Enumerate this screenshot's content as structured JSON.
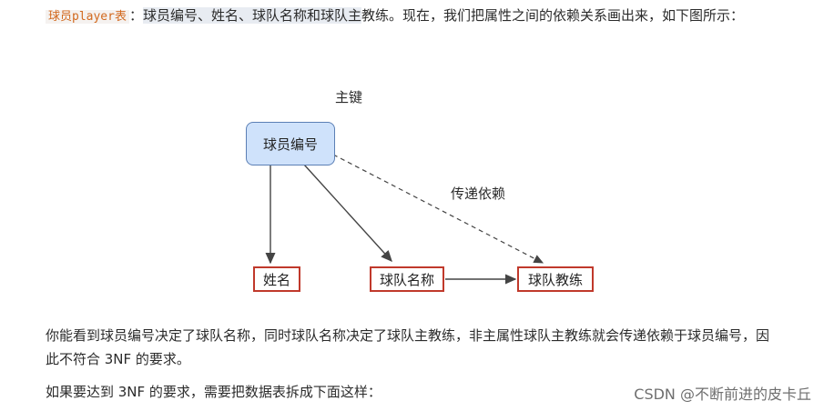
{
  "intro": {
    "code": "球员player表",
    "text_a": "：",
    "highlighted": "球员编号、姓名、球队名称和球队主",
    "text_b": "教练。现在，我们把属性之间的依赖关系画出来，如下图所示："
  },
  "diagram": {
    "primary_key_label": "主键",
    "transitive_label": "传递依赖",
    "nodes": {
      "player_id": "球员编号",
      "name": "姓名",
      "team_name": "球队名称",
      "team_coach": "球队教练"
    },
    "colors": {
      "pk_fill": "#cfe2fb",
      "pk_border": "#5b7fb5",
      "node_border": "#c0392b",
      "arrow": "#444444"
    }
  },
  "explanation": "你能看到球员编号决定了球队名称，同时球队名称决定了球队主教练，非主属性球队主教练就会传递依赖于球员编号，因此不符合 3NF 的要求。",
  "next_step": "如果要达到 3NF 的要求，需要把数据表拆成下面这样：",
  "watermark": "CSDN @不断前进的皮卡丘"
}
